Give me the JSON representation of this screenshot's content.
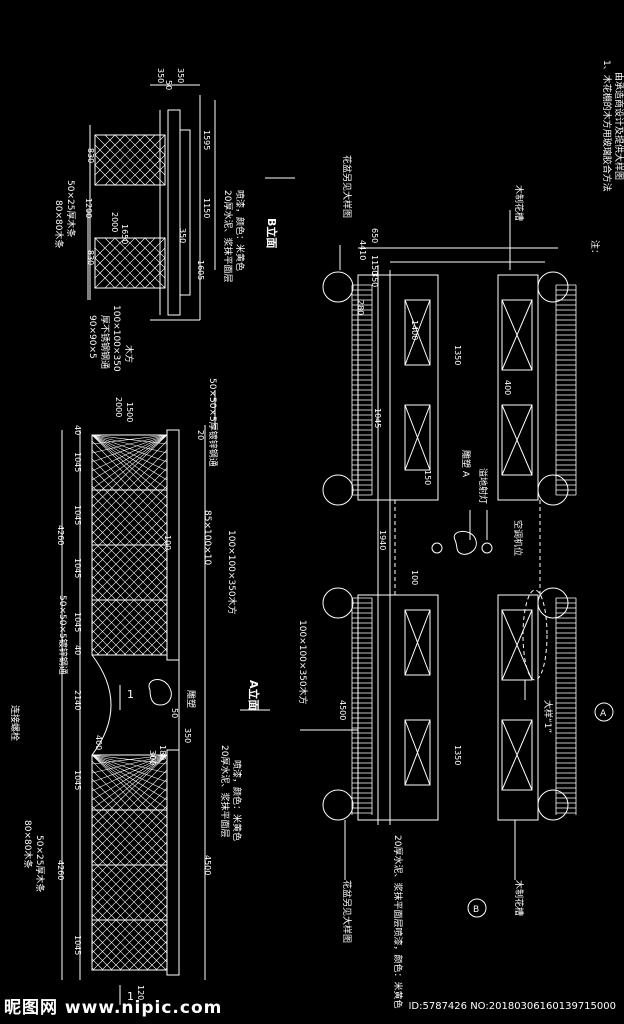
{
  "drawing": {
    "b_elevation": {
      "title": "B立面",
      "dims_top": [
        "350",
        "50",
        "350"
      ],
      "dims_side": [
        "830",
        "1200",
        "830"
      ],
      "dims_widths": [
        "2000",
        "1650",
        "350",
        "1150",
        "1595",
        "1605"
      ],
      "labels": [
        "80×80木条",
        "50×25厚木条",
        "90×90×5",
        "厚不锈钢钢通",
        "100×100×350",
        "木方",
        "20厚水泥、浆抹平面层",
        "喷漆，颜色：米黄色"
      ]
    },
    "a_elevation": {
      "title": "A立面",
      "dims_modules": [
        "1045",
        "1045",
        "1045",
        "1045",
        "40",
        "1045",
        "1045"
      ],
      "dims_totals": [
        "4260",
        "4260",
        "4500",
        "2140"
      ],
      "dims_small": [
        "40",
        "20",
        "120",
        "350",
        "100",
        "400",
        "180",
        "300",
        "50",
        "1500",
        "2000"
      ],
      "labels": [
        "50×50×5厚镀锌钢通",
        "50×50×5镀锌钢通",
        "85×100×10",
        "100×100×350木方",
        "连接螺栓",
        "80×80木条",
        "50×25厚木条",
        "雕塑",
        "20厚水泥、浆抹平面层",
        "喷漆，颜色：米黄色"
      ]
    },
    "plan": {
      "dims": [
        "4410",
        "1150",
        "650",
        "280",
        "350",
        "1350",
        "400",
        "1400",
        "1045",
        "1940",
        "100",
        "150",
        "4500",
        "1350"
      ],
      "labels": [
        "花盆另见大样图",
        "木制花槽",
        "雕塑 A",
        "溢地射灯",
        "空调机位",
        "100×100×350木方",
        "大样“1”",
        "20厚水泥、浆抹平面层喷漆，颜色：米黄色",
        "花盆另见大样图",
        "木制花槽"
      ]
    },
    "notes": {
      "title": "注：",
      "lines": [
        "1、木花棚的木方用玻璃胶合方法",
        "由承造商设计及提供大样图"
      ]
    },
    "markers": [
      "1",
      "1",
      "A",
      "B"
    ]
  },
  "watermark": {
    "site": "昵图网 www.nipic.com",
    "id_text": "ID:5787426 NO:20180306160139715000"
  }
}
